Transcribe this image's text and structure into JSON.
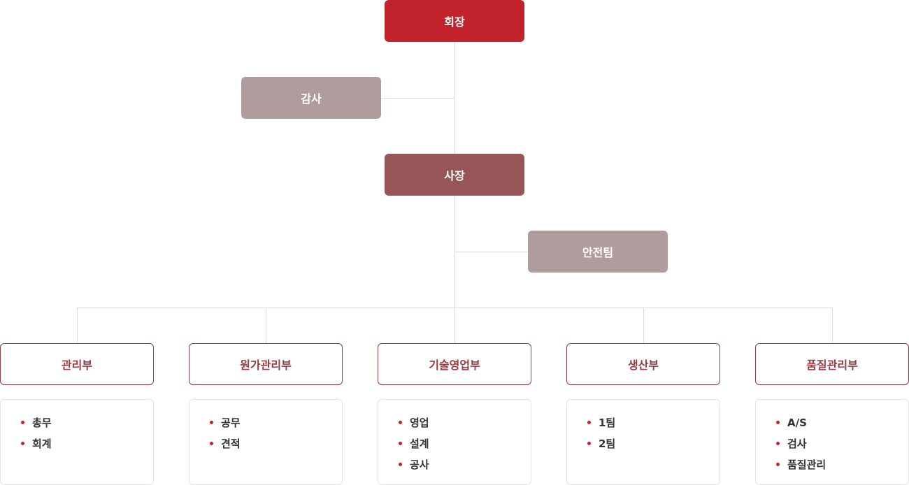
{
  "org": {
    "chairman": "회장",
    "auditor": "감사",
    "president": "사장",
    "safety_team": "안전팀"
  },
  "departments": [
    {
      "name": "관리부",
      "items": [
        "총무",
        "회계"
      ]
    },
    {
      "name": "원가관리부",
      "items": [
        "공무",
        "견적"
      ]
    },
    {
      "name": "기술영업부",
      "items": [
        "영업",
        "설계",
        "공사"
      ]
    },
    {
      "name": "생산부",
      "items": [
        "1팀",
        "2팀"
      ]
    },
    {
      "name": "품질관리부",
      "items": [
        "A/S",
        "검사",
        "품질관리"
      ]
    }
  ],
  "colors": {
    "chairman": "#c1222b",
    "president": "#985557",
    "side_unit": "#b09c9d",
    "department_border": "#9a3b40",
    "connector": "#dcdcdc",
    "bullet": "#c1222b"
  }
}
